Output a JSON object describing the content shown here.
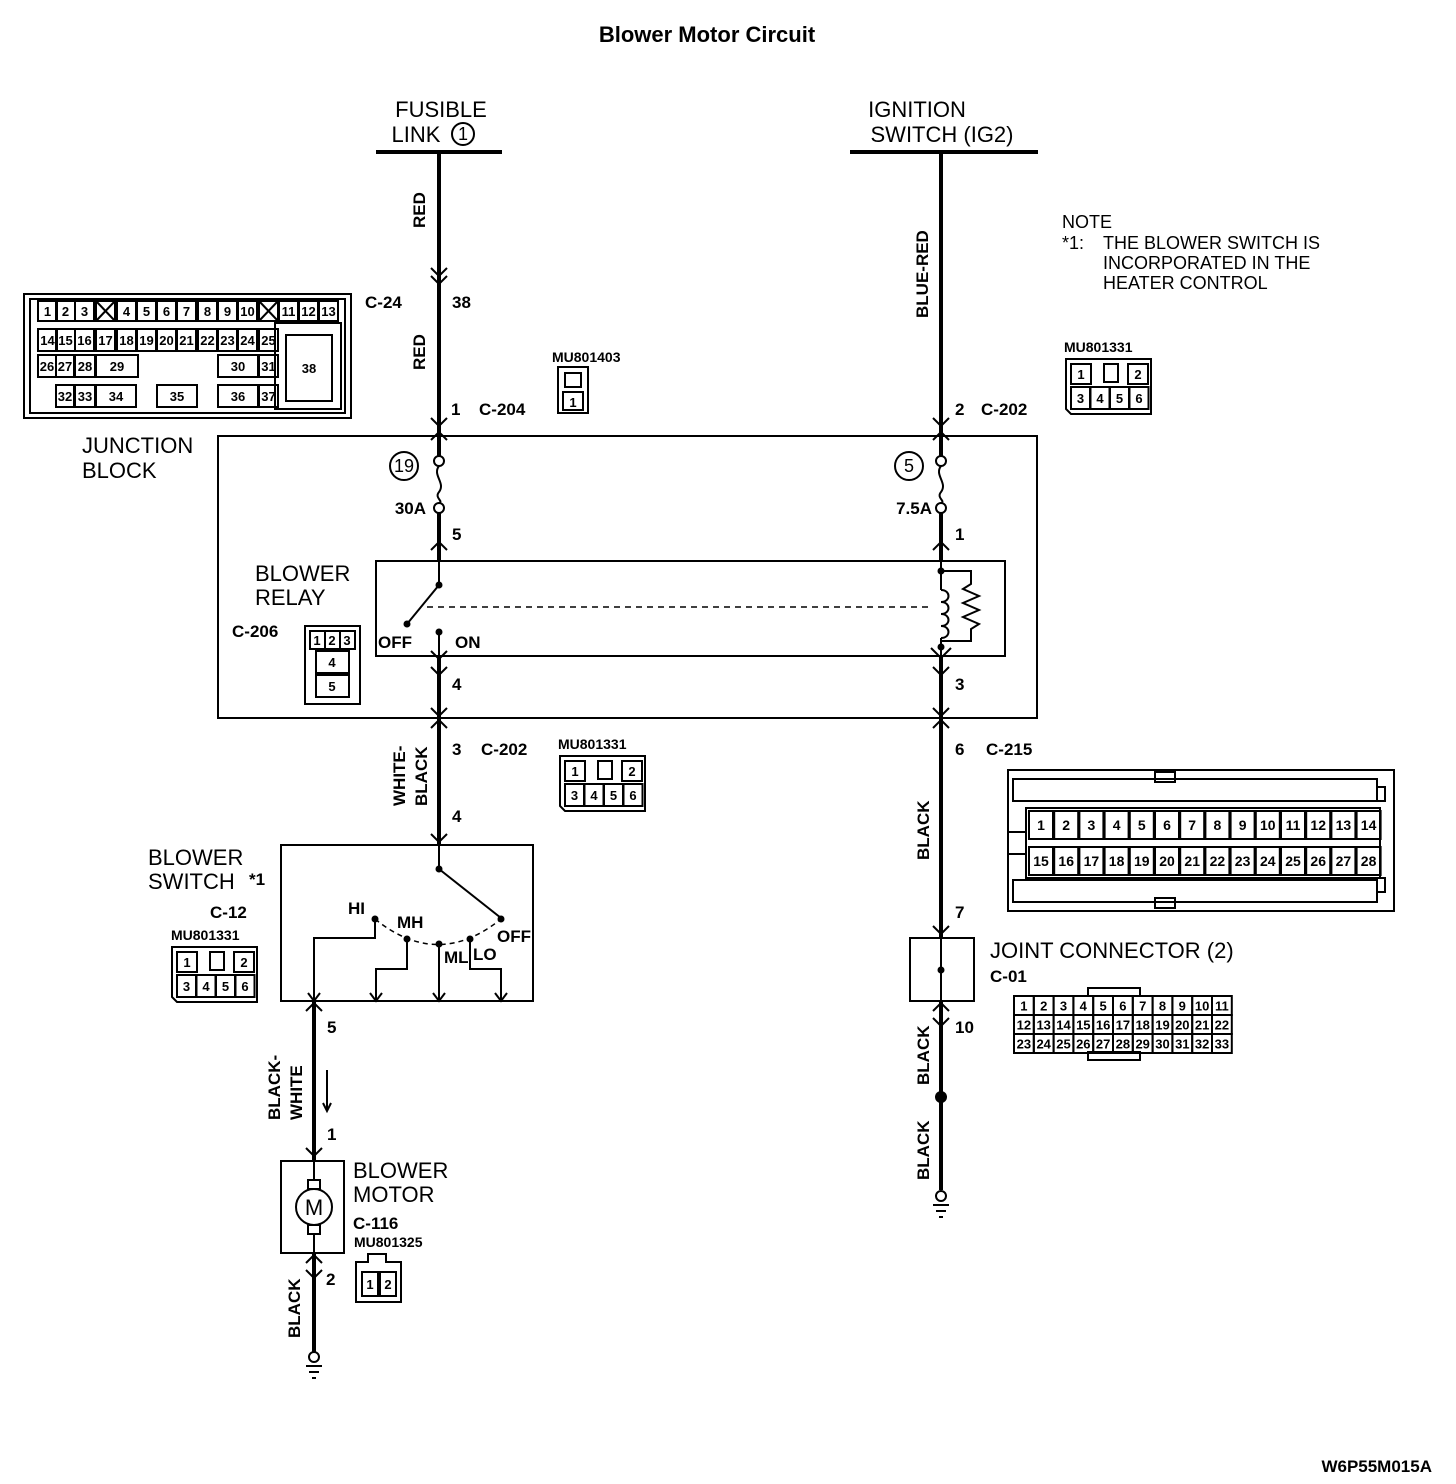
{
  "title": "Blower Motor Circuit",
  "footer_code": "W6P55M015A",
  "sources": {
    "fusible_link_line1": "FUSIBLE",
    "fusible_link_line2": "LINK",
    "fusible_link_number": "1",
    "ignition_line1": "IGNITION",
    "ignition_line2": "SWITCH (IG2)"
  },
  "note": {
    "heading": "NOTE",
    "marker": "*1:",
    "line1": "THE BLOWER SWITCH IS",
    "line2": "INCORPORATED IN THE",
    "line3": "HEATER CONTROL"
  },
  "wires": {
    "red_top": "RED",
    "red_mid": "RED",
    "blue_red": "BLUE-RED",
    "white_black_1": "WHITE-",
    "white_black_2": "BLACK",
    "black_c215": "BLACK",
    "black_white_1": "BLACK-",
    "black_white_2": "WHITE",
    "black_motor": "BLACK",
    "black_jc_1": "BLACK",
    "black_jc_2": "BLACK"
  },
  "connectors": {
    "c24": "C-24",
    "c24_pin": "38",
    "c204_pin": "1",
    "c204": "C-204",
    "c202_right_pin": "2",
    "c202_right": "C-202",
    "c202_left_pin": "3",
    "c202_left": "C-202",
    "c202_left_pin_b": "4",
    "c215_pin": "6",
    "c215": "C-215",
    "c215_pin_b": "7",
    "c206": "C-206",
    "c12": "C-12",
    "c116": "C-116",
    "c01": "C-01",
    "c01_pin": "10",
    "motor_pin_top_a": "5",
    "motor_pin_top_b": "1",
    "motor_pin_bottom": "2"
  },
  "part_numbers": {
    "mu801403": "MU801403",
    "mu801331_a": "MU801331",
    "mu801331_b": "MU801331",
    "mu801331_c": "MU801331",
    "mu801325": "MU801325"
  },
  "junction_block": {
    "label_line1": "JUNCTION",
    "label_line2": "BLOCK",
    "fuse_left_number": "19",
    "fuse_left_rating": "30A",
    "fuse_left_pin": "5",
    "fuse_right_number": "5",
    "fuse_right_rating": "7.5A",
    "fuse_right_pin": "1",
    "relay_line1": "BLOWER",
    "relay_line2": "RELAY",
    "relay_off": "OFF",
    "relay_on": "ON",
    "relay_pin_left": "4",
    "relay_pin_right": "3"
  },
  "blower_switch": {
    "label_line1": "BLOWER",
    "label_line2": "SWITCH",
    "label_mark": "*1",
    "hi": "HI",
    "mh": "MH",
    "ml": "ML",
    "lo": "LO",
    "off": "OFF"
  },
  "blower_motor": {
    "label_line1": "BLOWER",
    "label_line2": "MOTOR",
    "symbol": "M"
  },
  "joint_connector": {
    "label": "JOINT CONNECTOR (2)"
  },
  "pinouts": {
    "c24_row1": [
      "1",
      "2",
      "3",
      "",
      "4",
      "5",
      "6",
      "7",
      "8",
      "9",
      "10",
      "",
      "11",
      "12",
      "13"
    ],
    "c24_row2": [
      "14",
      "15",
      "16",
      "17",
      "18",
      "19",
      "20",
      "21",
      "22",
      "23",
      "24",
      "25"
    ],
    "c24_row3": [
      "26",
      "27",
      "28",
      "29",
      "30",
      "31"
    ],
    "c24_row4": [
      "32",
      "33",
      "34",
      "35",
      "36",
      "37"
    ],
    "c24_big": "38",
    "c204": [
      "1"
    ],
    "mu801331_top": [
      "1",
      "2"
    ],
    "mu801331_bottom": [
      "3",
      "4",
      "5",
      "6"
    ],
    "c206": [
      "1",
      "2",
      "3",
      "4",
      "5"
    ],
    "c116": [
      "1",
      "2"
    ],
    "c215_row1": [
      "1",
      "2",
      "3",
      "4",
      "5",
      "6",
      "7",
      "8",
      "9",
      "10",
      "11",
      "12",
      "13",
      "14"
    ],
    "c215_row2": [
      "15",
      "16",
      "17",
      "18",
      "19",
      "20",
      "21",
      "22",
      "23",
      "24",
      "25",
      "26",
      "27",
      "28"
    ],
    "c01_row1": [
      "1",
      "2",
      "3",
      "4",
      "5",
      "6",
      "7",
      "8",
      "9",
      "10",
      "11"
    ],
    "c01_row2": [
      "12",
      "13",
      "14",
      "15",
      "16",
      "17",
      "18",
      "19",
      "20",
      "21",
      "22"
    ],
    "c01_row3": [
      "23",
      "24",
      "25",
      "26",
      "27",
      "28",
      "29",
      "30",
      "31",
      "32",
      "33"
    ]
  }
}
